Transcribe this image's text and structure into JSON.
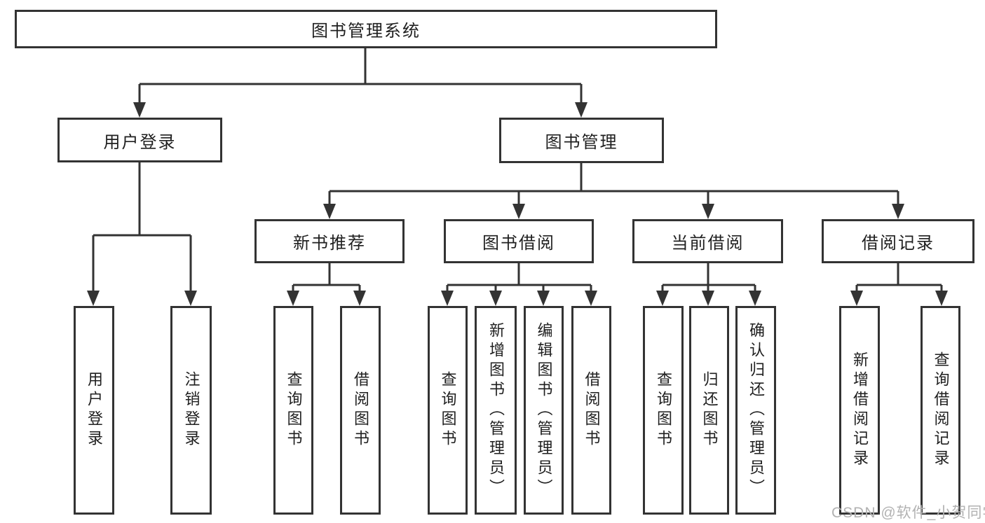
{
  "diagram": {
    "type": "hierarchy-tree",
    "colors": {
      "line": "#333333",
      "border": "#333333",
      "text": "#1f1f1f",
      "background": "#ffffff",
      "watermark": "#b2b2b2"
    },
    "watermark": "CSDN @软件_小贺同学",
    "nodes": {
      "root": {
        "label": "图书管理系统"
      },
      "user_login_group": {
        "label": "用户登录"
      },
      "book_mgmt": {
        "label": "图书管理"
      },
      "new_book_rec": {
        "label": "新书推荐"
      },
      "book_borrow": {
        "label": "图书借阅"
      },
      "current_borrow": {
        "label": "当前借阅"
      },
      "borrow_records": {
        "label": "借阅记录"
      },
      "user_login": {
        "label": "用户登录"
      },
      "logout_login": {
        "label": "注销登录"
      },
      "newrec_query_book": {
        "label": "查询图书"
      },
      "newrec_borrow_book": {
        "label": "借阅图书"
      },
      "borrow_query_book": {
        "label": "查询图书"
      },
      "borrow_add_book": {
        "label": "新增图书（管理员）"
      },
      "borrow_edit_book": {
        "label": "编辑图书（管理员）"
      },
      "borrow_borrow_book": {
        "label": "借阅图书"
      },
      "current_query_book": {
        "label": "查询图书"
      },
      "current_return_book": {
        "label": "归还图书"
      },
      "current_confirm_return": {
        "label": "确认归还（管理员）"
      },
      "records_add_record": {
        "label": "新增借阅记录"
      },
      "records_query_record": {
        "label": "查询借阅记录"
      }
    },
    "edges": [
      [
        "root",
        "user_login_group"
      ],
      [
        "root",
        "book_mgmt"
      ],
      [
        "user_login_group",
        "user_login"
      ],
      [
        "user_login_group",
        "logout_login"
      ],
      [
        "book_mgmt",
        "new_book_rec"
      ],
      [
        "book_mgmt",
        "book_borrow"
      ],
      [
        "book_mgmt",
        "current_borrow"
      ],
      [
        "book_mgmt",
        "borrow_records"
      ],
      [
        "new_book_rec",
        "newrec_query_book"
      ],
      [
        "new_book_rec",
        "newrec_borrow_book"
      ],
      [
        "book_borrow",
        "borrow_query_book"
      ],
      [
        "book_borrow",
        "borrow_add_book"
      ],
      [
        "book_borrow",
        "borrow_edit_book"
      ],
      [
        "book_borrow",
        "borrow_borrow_book"
      ],
      [
        "current_borrow",
        "current_query_book"
      ],
      [
        "current_borrow",
        "current_return_book"
      ],
      [
        "current_borrow",
        "current_confirm_return"
      ],
      [
        "borrow_records",
        "records_add_record"
      ],
      [
        "borrow_records",
        "records_query_record"
      ]
    ]
  }
}
